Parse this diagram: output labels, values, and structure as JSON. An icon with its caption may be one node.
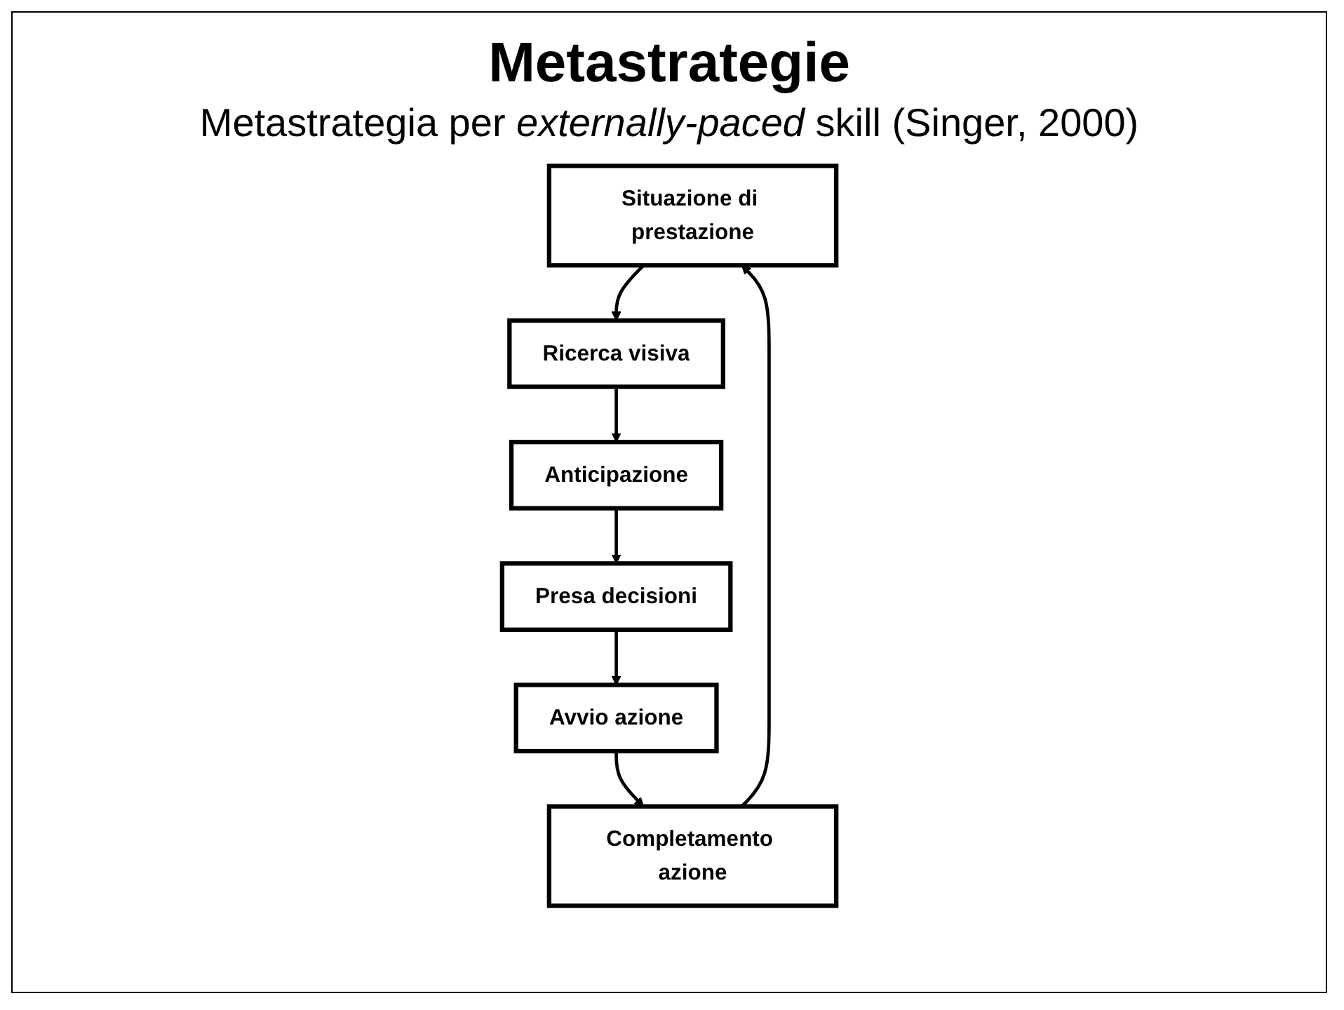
{
  "diagram": {
    "title": "Metastrategie",
    "nodes": [
      {
        "text": [
          "Situazione di prestazione"
        ]
      },
      {
        "text": [
          "Ricerca visiva"
        ]
      },
      {
        "text": [
          "Anticipazione"
        ]
      },
      {
        "text": [
          "Presa decisioni"
        ]
      },
      {
        "text": [
          "Avvio azione"
        ]
      },
      {
        "text": [
          "Completamento azione"
        ]
      }
    ],
    "edges": [
      {
        "from": 0,
        "to": 1,
        "arrow": "to"
      },
      {
        "from": 1,
        "to": 2,
        "arrow": "to"
      },
      {
        "from": 2,
        "to": 3,
        "arrow": "to"
      },
      {
        "from": 3,
        "to": 4,
        "arrow": "to"
      },
      {
        "from": 4,
        "to": 5,
        "arrow": "to"
      },
      {
        "from": 5,
        "to": 0,
        "arrow": "to"
      }
    ],
    "labels": [
      "Metastrategia per *externally-paced* skill (Singer, 2000)"
    ]
  }
}
